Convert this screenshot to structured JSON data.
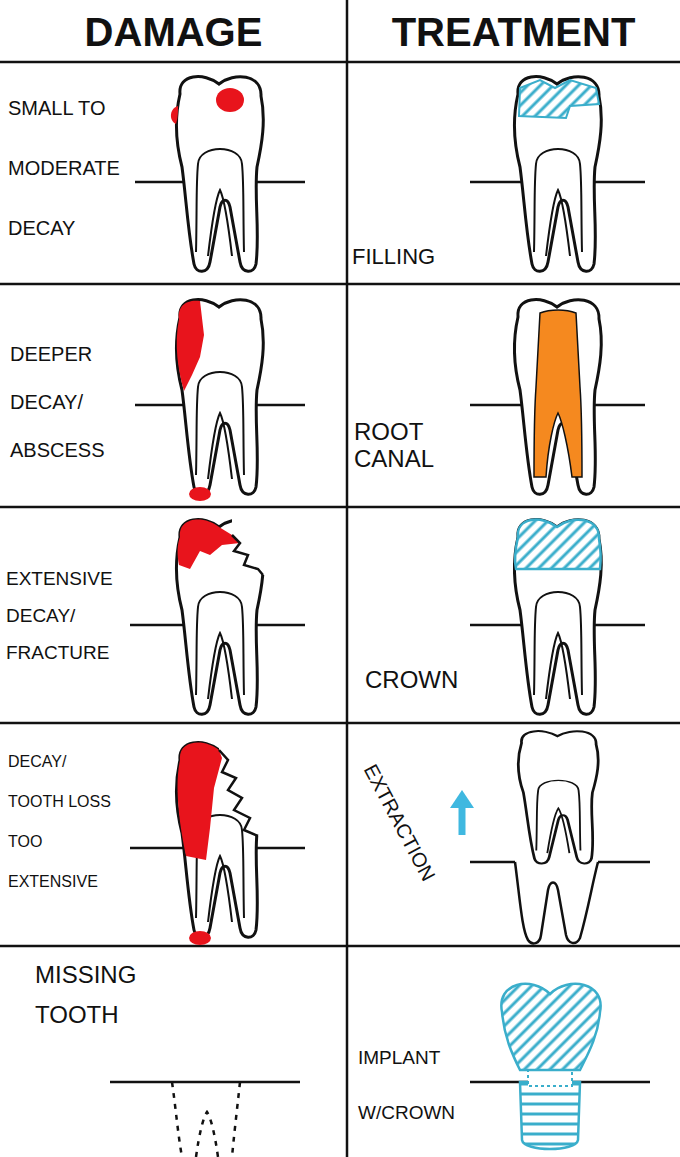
{
  "diagram": {
    "labels": [
      "DAMAGE",
      "TREATMENT",
      "SMALL TO MODERATE DECAY",
      "FILLING",
      "DEEPER DECAY/ ABSCESS",
      "ROOT CANAL",
      "EXTENSIVE DECAY/ FRACTURE",
      "CROWN",
      "DECAY/ TOOTH LOSS TOO EXTENSIVE",
      "EXTRACTION",
      "MISSING TOOTH",
      "IMPLANT W/CROWN"
    ]
  }
}
